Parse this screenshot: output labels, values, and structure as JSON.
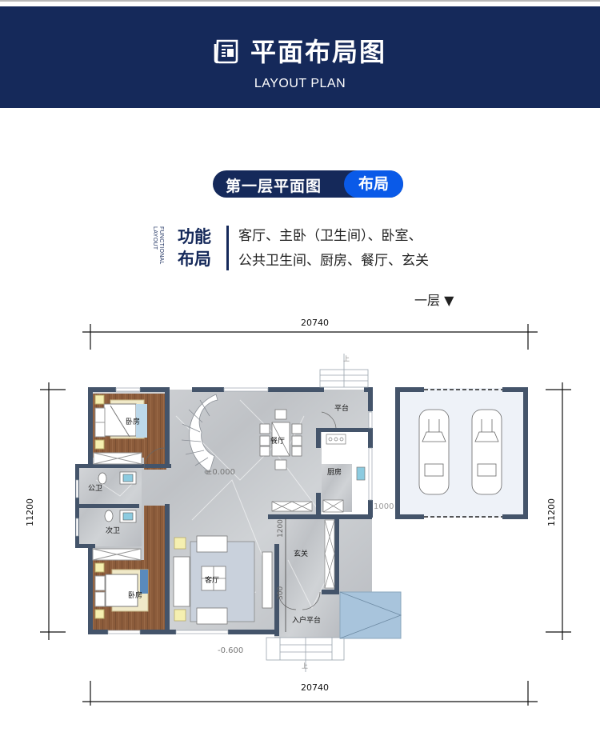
{
  "header": {
    "title": "平面布局图",
    "subtitle": "LAYOUT PLAN",
    "icon": "document-icon",
    "bg_color": "#15295a"
  },
  "section_pill": {
    "label": "第一层平面图",
    "tag": "布局",
    "tag_color": "#0a5ae8"
  },
  "functional_layout": {
    "en_line1": "FUNCTIONAL",
    "en_line2": "LAYOUT",
    "cn_line1": "功能",
    "cn_line2": "布局",
    "rooms_line1": "客厅、主卧（卫生间）、卧室、",
    "rooms_line2": "公共卫生间、厨房、餐厅、玄关"
  },
  "floor_label": {
    "text": "一层",
    "marker": "▼"
  },
  "plan": {
    "dimensions": {
      "top_width": "20740",
      "bottom_width": "20740",
      "left_depth": "11200",
      "right_depth": "11200",
      "garage_gap": "1000",
      "foyer_depth": "1200",
      "foyer_lower": "300"
    },
    "elevations": {
      "interior": "±0.000",
      "exterior": "-0.600"
    },
    "stair_label": "上",
    "rooms": {
      "bedroom_top": "卧房",
      "public_wc": "公卫",
      "secondary_wc": "次卫",
      "bedroom_bottom": "卧房",
      "dining": "餐厅",
      "terrace": "平台",
      "kitchen": "厨房",
      "living": "客厅",
      "foyer": "玄关",
      "entry_terrace": "入户平台"
    },
    "colors": {
      "wall": "#44546a",
      "marble": "#c9ccd0",
      "wood": "#8a5a3a",
      "garage_floor": "#eef2f8",
      "porch_roof": "#a8c4dc"
    }
  }
}
